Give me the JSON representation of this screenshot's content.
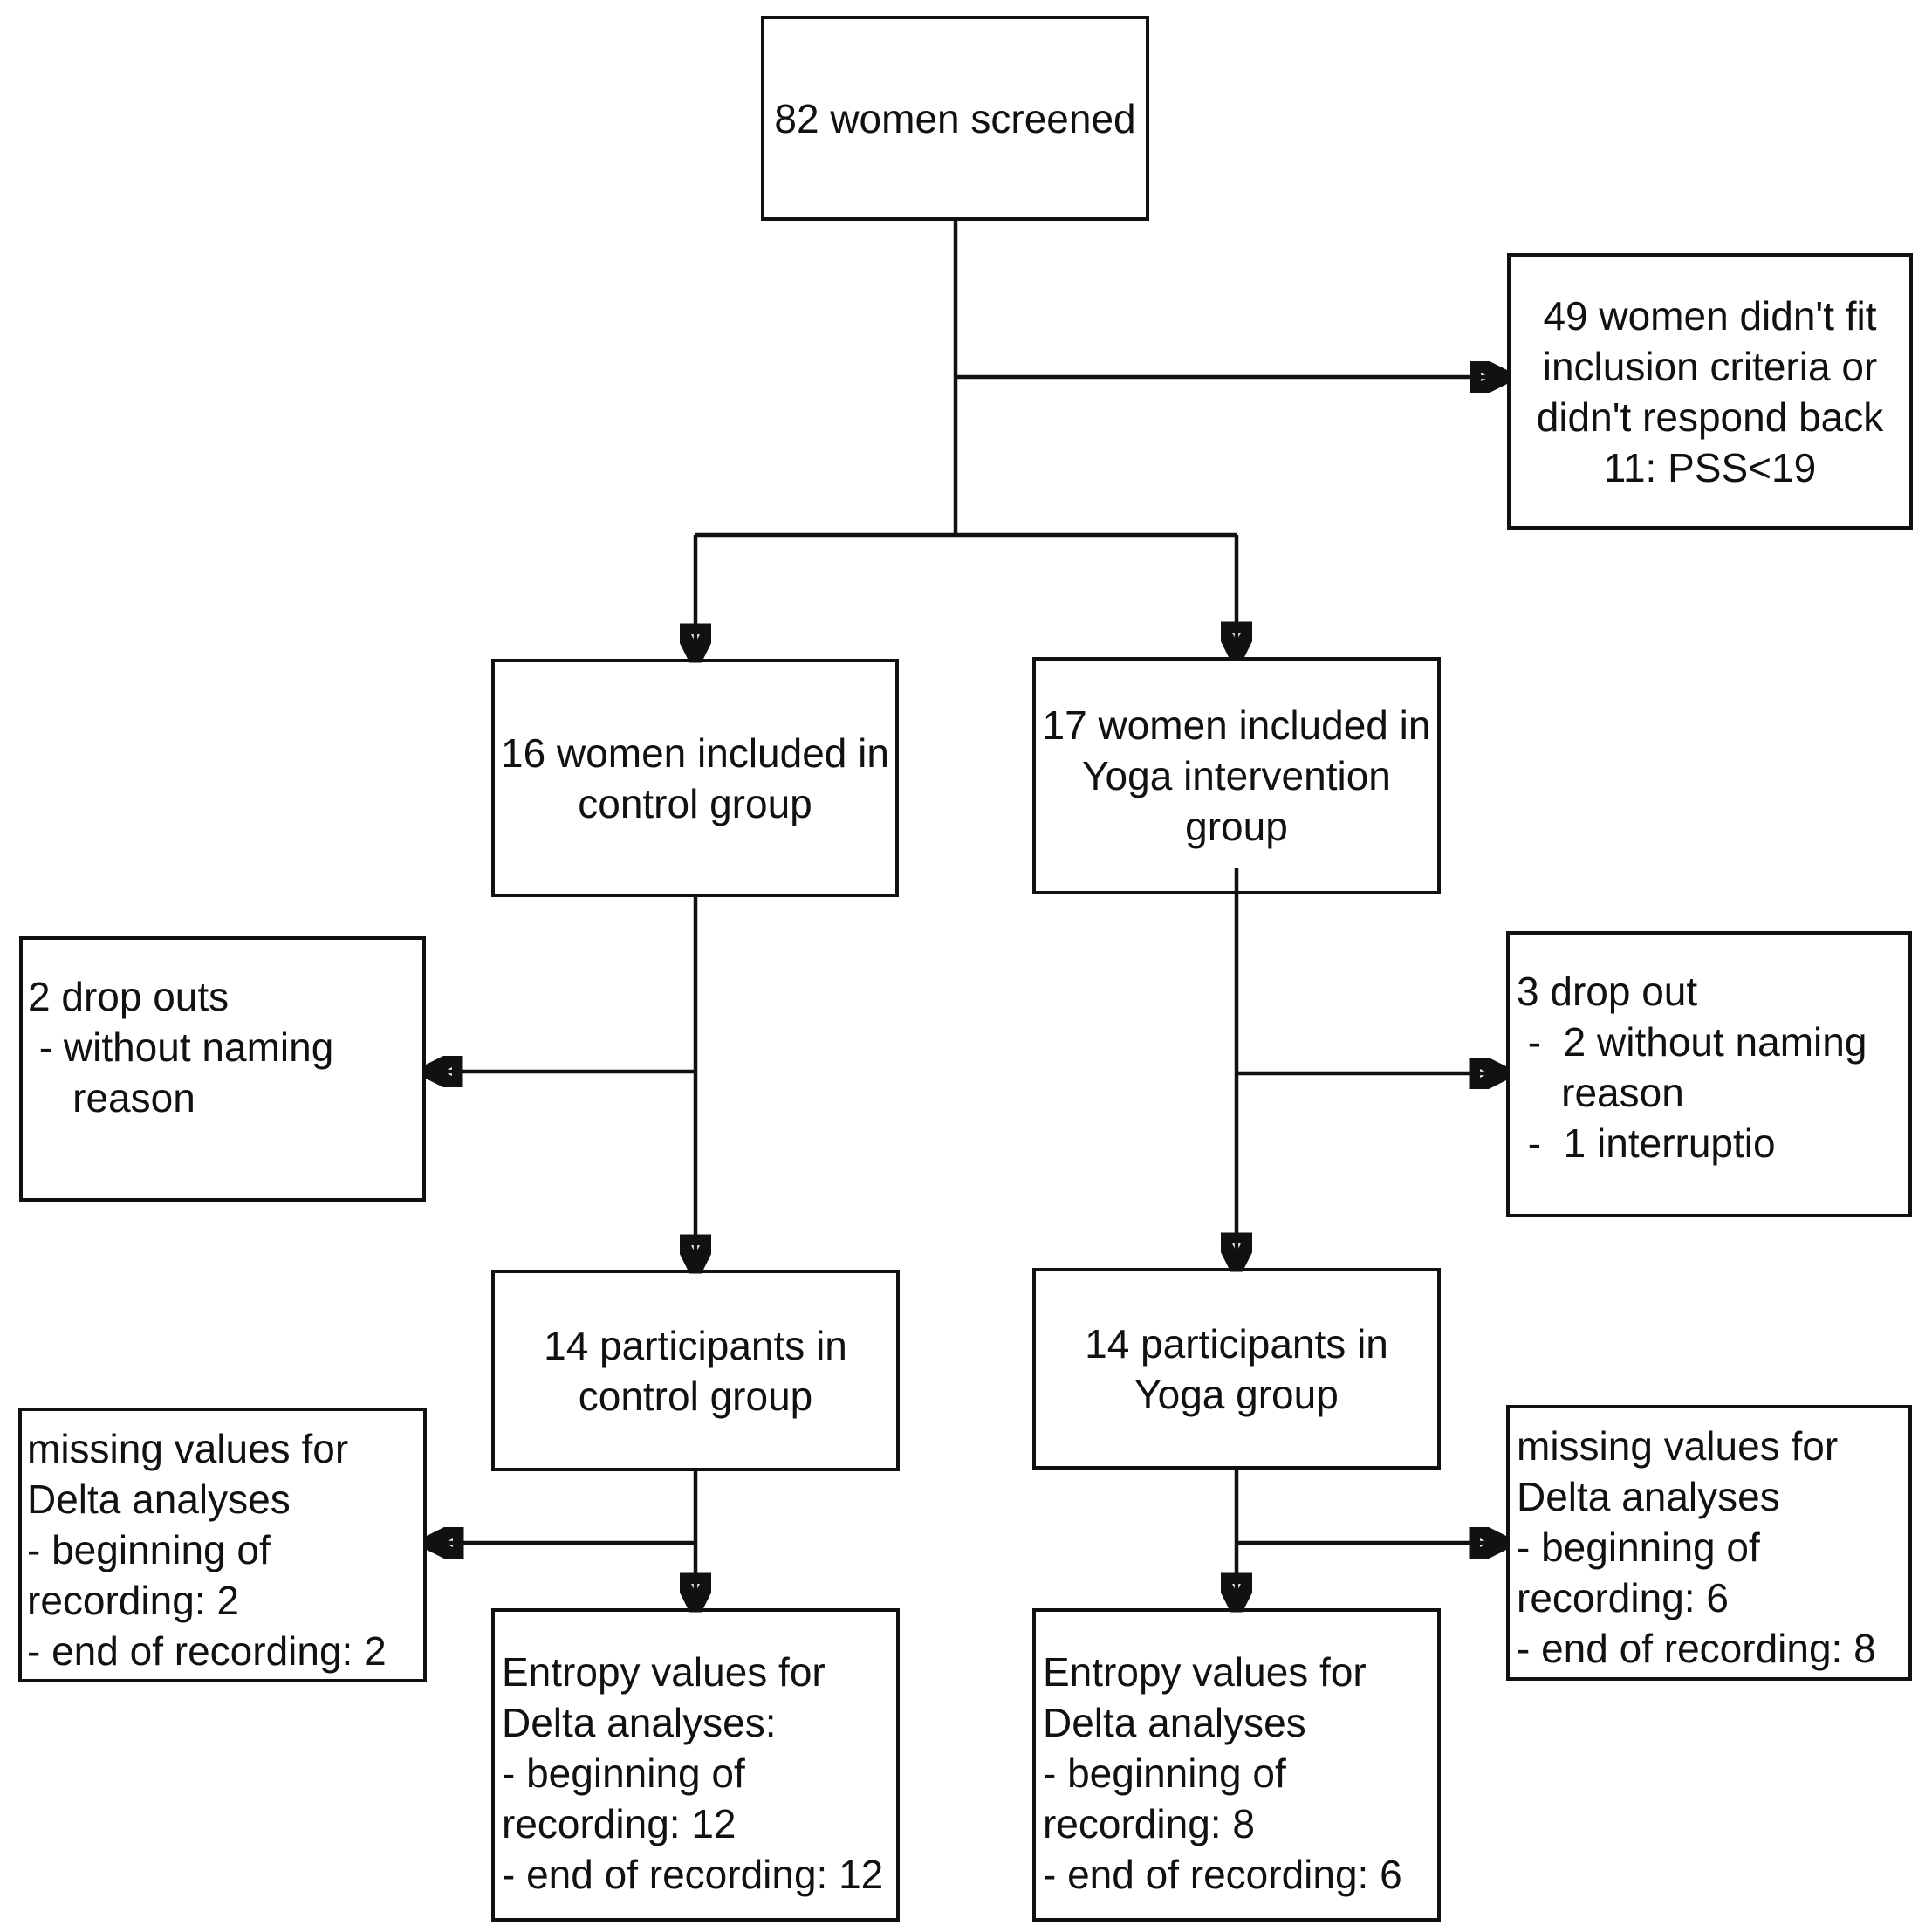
{
  "diagram": {
    "type": "flowchart",
    "colors": {
      "line": "#111111",
      "text": "#111111",
      "background": "#ffffff"
    },
    "boxes": {
      "screened": {
        "text": "82 women screened"
      },
      "excluded": {
        "text": "49 women didn't fit\ninclusion criteria or\ndidn't respond back\n11: PSS<19"
      },
      "control_included": {
        "text": "16 women included in\ncontrol group"
      },
      "yoga_included": {
        "text": "17 women included in\nYoga intervention\ngroup"
      },
      "control_dropouts": {
        "text": "2 drop outs\n - without naming\n    reason"
      },
      "yoga_dropouts": {
        "text": "3 drop out\n -  2 without naming\n    reason\n -  1 interruptio"
      },
      "control_participants": {
        "text": "14 participants in\ncontrol group"
      },
      "yoga_participants": {
        "text": "14 participants in\nYoga group"
      },
      "control_missing": {
        "text": "missing values for\nDelta analyses\n- beginning of\nrecording: 2\n- end of recording: 2"
      },
      "yoga_missing": {
        "text": "missing values for\nDelta analyses\n- beginning of\nrecording: 6\n- end of recording: 8"
      },
      "control_entropy": {
        "text": "Entropy values for\nDelta analyses:\n- beginning of\nrecording: 12\n- end of recording: 12"
      },
      "yoga_entropy": {
        "text": "Entropy values for\nDelta analyses\n- beginning of\nrecording: 8\n- end of recording: 6"
      }
    }
  }
}
